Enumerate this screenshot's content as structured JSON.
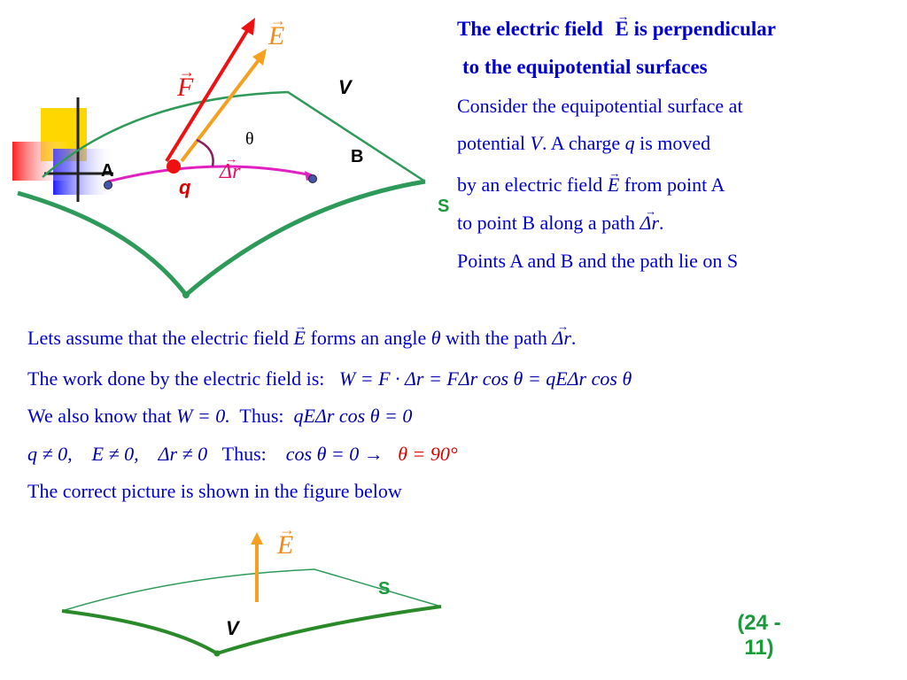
{
  "heading": {
    "line1": "The electric field",
    "line1_symbol": "E",
    "line1_tail": "is perpendicular",
    "line2": "to the equipotential surfaces"
  },
  "intro": {
    "l1": "Consider the equipotential surface at",
    "l2a": "potential",
    "l2_V": "V",
    "l2b": ".  A charge",
    "l2_q": "q",
    "l2c": "is moved",
    "l3a": "by an electric field",
    "l3_E": "E",
    "l3b": "from point A",
    "l4a": "to point B along a path",
    "l4_dr": "Δr",
    "l4b": ".",
    "l5": "Points A and B and the path lie on S"
  },
  "body": {
    "l1a": "Lets assume that the electric field",
    "l1_E": "E",
    "l1b": "forms an angle",
    "l1_theta": "θ",
    "l1c": "with the path",
    "l1_dr": "Δr",
    "l1d": ".",
    "l2a": "The work done by the electric field is:",
    "l2_eq": "W = F · Δr = FΔr cos θ = qEΔr cos θ",
    "l3a": "We also know that",
    "l3_eq1": "W = 0.",
    "l3b": "Thus:",
    "l3_eq2": "qEΔr cos θ = 0",
    "l4_eq": "q ≠ 0,    E ≠ 0,    Δr ≠ 0",
    "l4b": "Thus:",
    "l4_eq2": "cos θ = 0   →",
    "l4_result": "θ = 90°",
    "l5": "The correct picture is shown in the figure below"
  },
  "fig1": {
    "E_label": "E",
    "F_label": "F",
    "V_label": "V",
    "theta_label": "θ",
    "B_label": "B",
    "A_label": "A",
    "q_label": "q",
    "dr_label": "Δr",
    "S_label": "S"
  },
  "fig2": {
    "E_label": "E",
    "S_label": "S",
    "V_label": "V"
  },
  "slide_number": {
    "line1": "(24 -",
    "line2": "11)"
  },
  "colors": {
    "text_blue": "#0000cc",
    "surface_green": "#2e9a5a",
    "field_orange": "#f5a020",
    "force_red": "#ee1111",
    "path_magenta": "#e020c0"
  }
}
